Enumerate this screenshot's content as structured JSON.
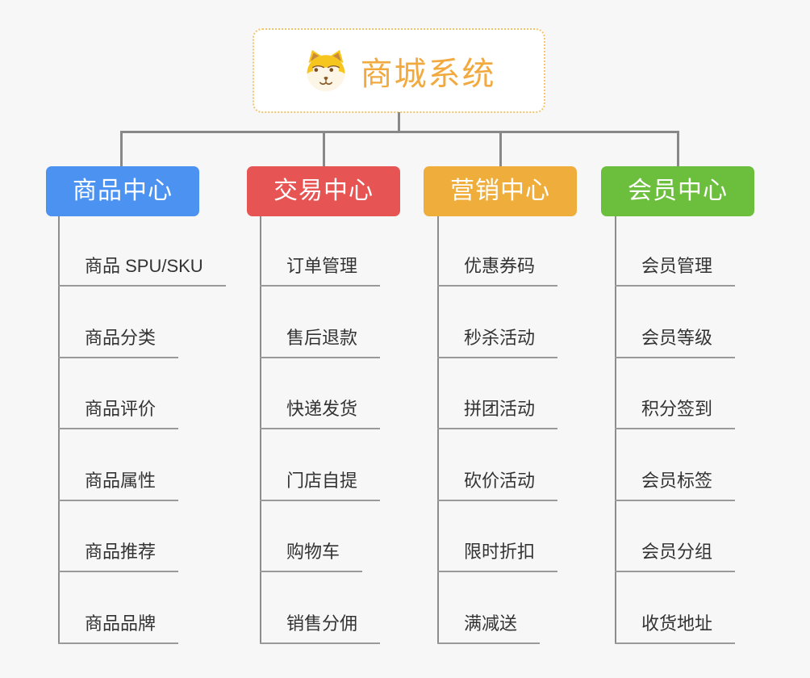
{
  "page": {
    "background_color": "#f7f7f7",
    "connector_color": "#888888",
    "underline_color": "#9a9a9a",
    "leaf_text_color": "#333333"
  },
  "root": {
    "label": "商城系统",
    "icon": "dog-face-icon",
    "text_color": "#f2a93e",
    "border_color": "#f3c36c",
    "background": "#ffffff"
  },
  "branches": [
    {
      "label": "商品中心",
      "color": "#4b92f1",
      "items": [
        "商品 SPU/SKU",
        "商品分类",
        "商品评价",
        "商品属性",
        "商品推荐",
        "商品品牌"
      ]
    },
    {
      "label": "交易中心",
      "color": "#e65553",
      "items": [
        "订单管理",
        "售后退款",
        "快递发货",
        "门店自提",
        "购物车",
        "销售分佣"
      ]
    },
    {
      "label": "营销中心",
      "color": "#efad3b",
      "items": [
        "优惠券码",
        "秒杀活动",
        "拼团活动",
        "砍价活动",
        "限时折扣",
        "满减送"
      ]
    },
    {
      "label": "会员中心",
      "color": "#6cbf3d",
      "items": [
        "会员管理",
        "会员等级",
        "积分签到",
        "会员标签",
        "会员分组",
        "收货地址"
      ]
    }
  ]
}
